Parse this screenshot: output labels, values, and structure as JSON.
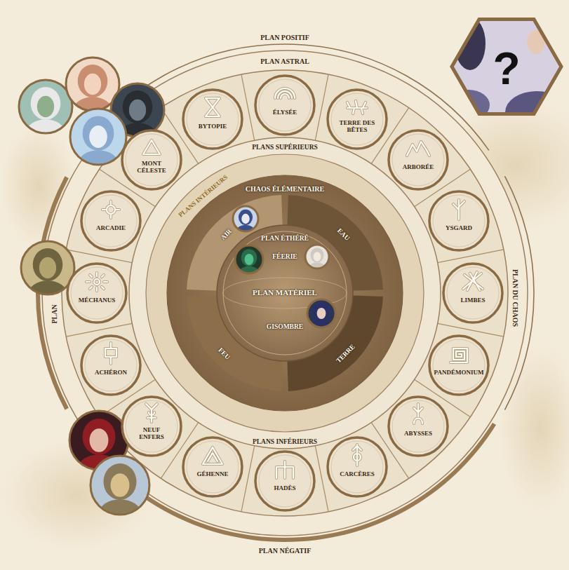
{
  "diagram": {
    "nodes": [
      {
        "text": [
          "ÉLYSÉE"
        ]
      },
      {
        "text": [
          "TERRE DES BÊTES"
        ]
      },
      {
        "text": [
          "ARBORÉE"
        ]
      },
      {
        "text": [
          "YSGARD"
        ]
      },
      {
        "text": [
          "LIMBES"
        ]
      },
      {
        "text": [
          "PANDÉMONIUM"
        ]
      },
      {
        "text": [
          "ABYSSES"
        ]
      },
      {
        "text": [
          "CARCÈRES"
        ]
      },
      {
        "text": [
          "HADÈS"
        ]
      },
      {
        "text": [
          "GÉHENNE"
        ]
      },
      {
        "text": [
          "NEUF ENFERS"
        ]
      },
      {
        "text": [
          "ACHÉRON"
        ]
      },
      {
        "text": [
          "MÉCHANUS"
        ]
      },
      {
        "text": [
          "ARCADIE"
        ]
      },
      {
        "text": [
          "MONT CÉLESTE"
        ]
      },
      {
        "text": [
          "BYTOPIE"
        ]
      }
    ],
    "labels": [
      "PLAN POSITIF",
      "PLAN ASTRAL",
      "PLANS SUPÉRIEURS",
      "CHAOS ÉLÉMENTAIRE",
      "PLANS INTÉRIEURS",
      "AIR",
      "EAU",
      "PLAN ÉTHÉRÉ",
      "FÉERIE",
      "PLAN",
      "PLAN MATÉRIEL",
      "PLAN DU CHAOS",
      "GISOMBRE",
      "FEU",
      "TERRE",
      "PLANS INFÉRIEURS",
      "PLAN NÉGATIF",
      "?"
    ]
  }
}
